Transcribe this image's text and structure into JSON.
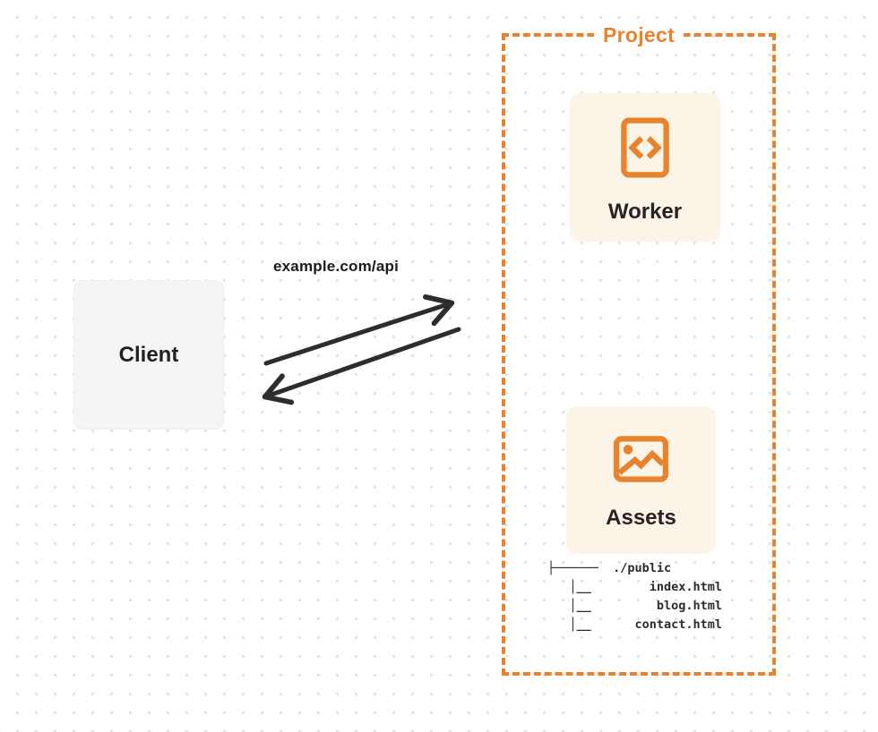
{
  "colors": {
    "orange": "#E8822D",
    "cream": "#FDF4E8",
    "client_gray": "#F5F5F6",
    "ink": "#212121",
    "arrow": "#2D2D2D",
    "dot": "#E3E3E3",
    "page": "#FFFFFF"
  },
  "diagram": {
    "client": {
      "label": "Client"
    },
    "request": {
      "label": "example.com/api"
    },
    "project": {
      "label": "Project",
      "worker": {
        "label": "Worker",
        "icon": "code-file-icon"
      },
      "assets": {
        "label": "Assets",
        "icon": "image-icon"
      },
      "file_tree": {
        "lines": [
          "├──────  ./public",
          "   │__        index.html",
          "   │__         blog.html",
          "   │__      contact.html"
        ]
      }
    }
  }
}
